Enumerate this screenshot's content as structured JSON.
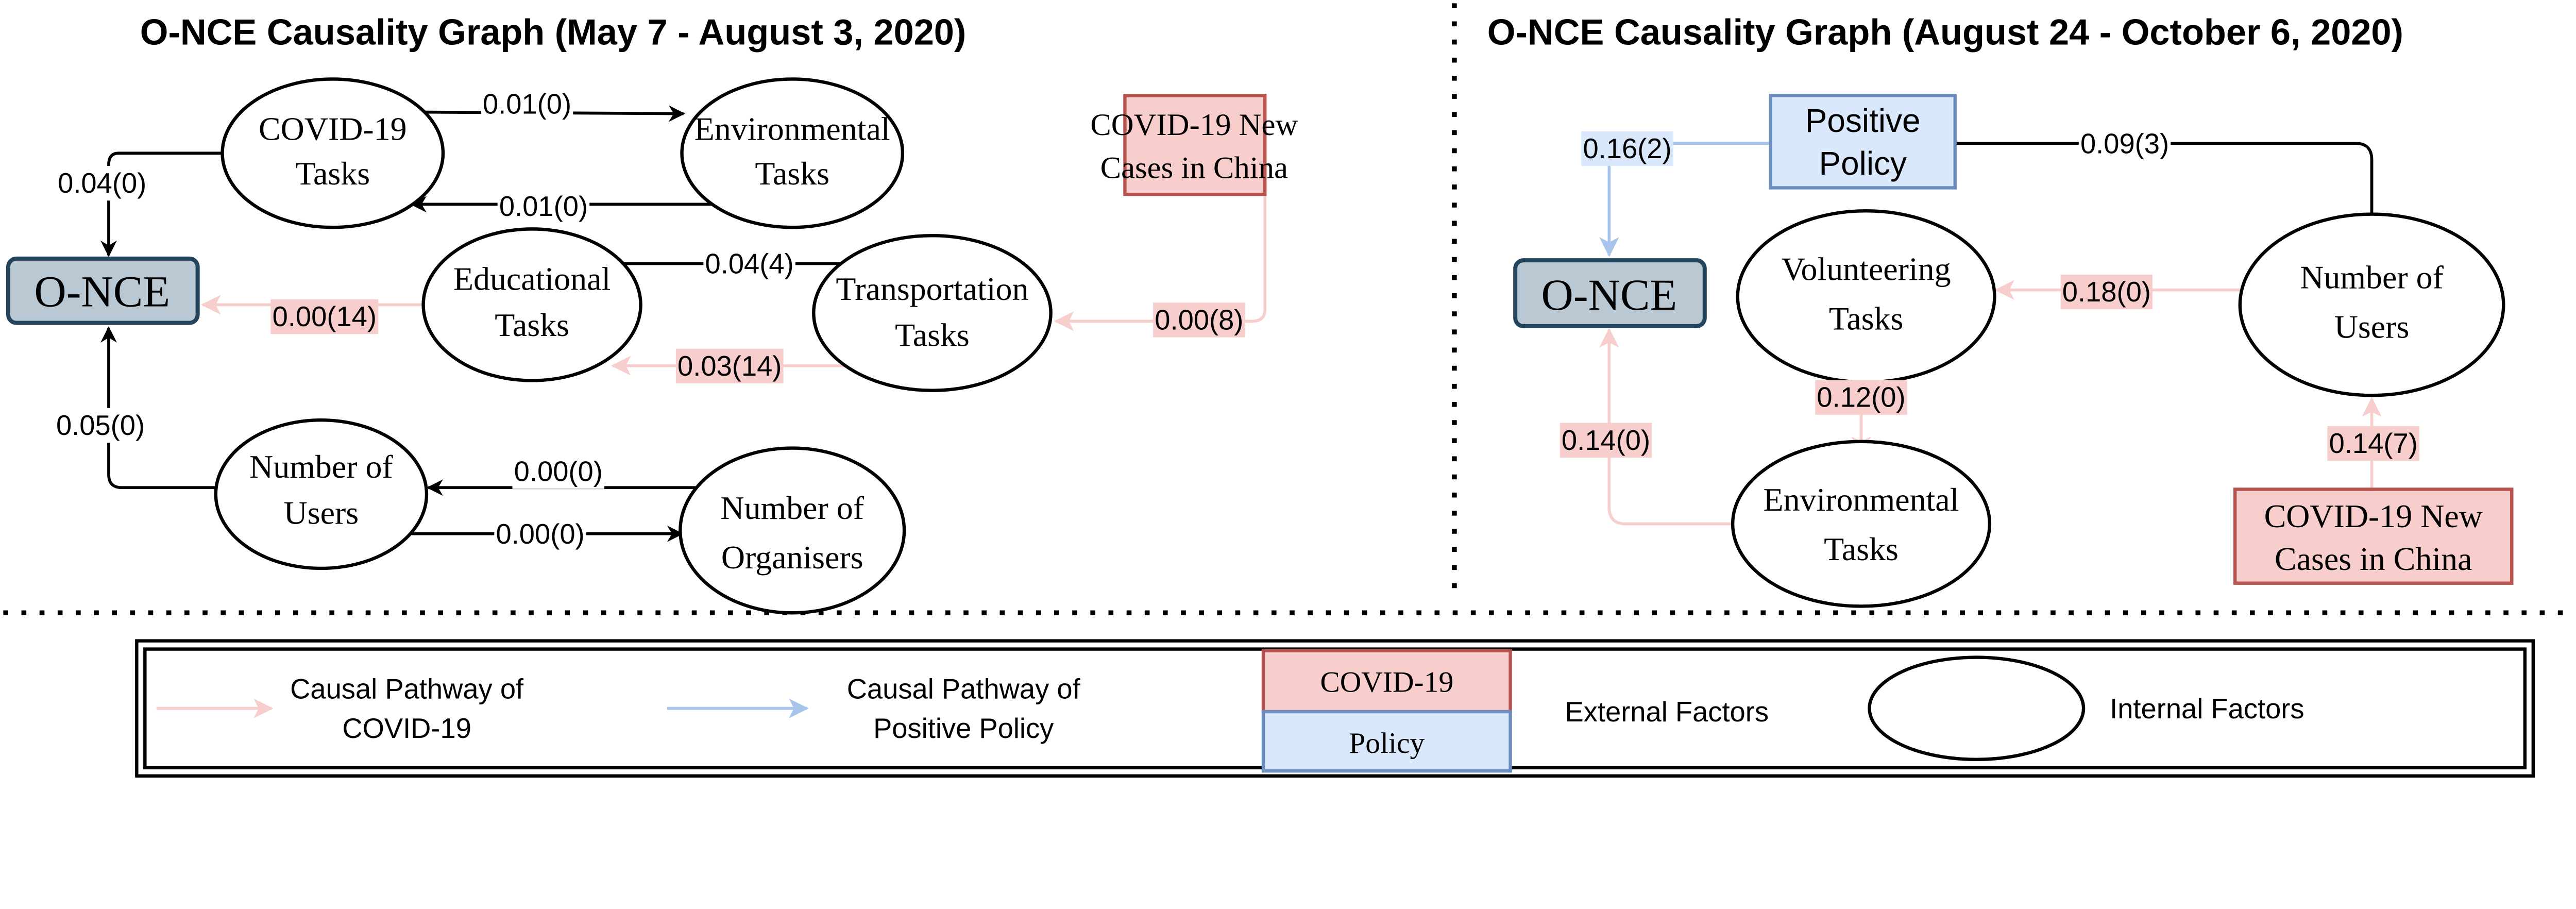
{
  "left": {
    "title": "O-NCE Causality Graph  (May 7 - August 3, 2020)",
    "nodes": {
      "once": "O-NCE",
      "covid_tasks": [
        "COVID-19",
        "Tasks"
      ],
      "env_tasks": [
        "Environmental",
        "Tasks"
      ],
      "new_cases": [
        "COVID-19 New",
        "Cases in China"
      ],
      "edu_tasks": [
        "Educational",
        "Tasks"
      ],
      "trans_tasks": [
        "Transportation",
        "Tasks"
      ],
      "users": [
        "Number of",
        "Users"
      ],
      "organisers": [
        "Number of",
        "Organisers"
      ]
    },
    "edges": {
      "covid_to_env": "0.01(0)",
      "env_to_covid": "0.01(0)",
      "covid_to_once": "0.04(0)",
      "edu_to_trans": "0.04(4)",
      "trans_to_edu": "0.03(14)",
      "edu_to_once": "0.00(14)",
      "cases_to_trans": "0.00(8)",
      "users_to_once": "0.05(0)",
      "org_to_users": "0.00(0)",
      "users_to_org": "0.00(0)"
    }
  },
  "right": {
    "title": "O-NCE Causality Graph  (August 24 - October 6, 2020)",
    "nodes": {
      "once": "O-NCE",
      "policy": [
        "Positive",
        "Policy"
      ],
      "vol_tasks": [
        "Volunteering",
        "Tasks"
      ],
      "users": [
        "Number of",
        "Users"
      ],
      "env_tasks": [
        "Environmental",
        "Tasks"
      ],
      "new_cases": [
        "COVID-19 New",
        "Cases in China"
      ]
    },
    "edges": {
      "policy_to_once": "0.16(2)",
      "policy_to_users": "0.09(3)",
      "users_to_vol": "0.18(0)",
      "vol_to_env": "0.12(0)",
      "env_to_once": "0.14(0)",
      "cases_to_users": "0.14(7)"
    }
  },
  "legend": {
    "covid_path": [
      "Causal Pathway of",
      "COVID-19"
    ],
    "policy_path": [
      "Causal Pathway of",
      "Positive Policy"
    ],
    "external_covid": "COVID-19",
    "external_policy": "Policy",
    "external_label": "External Factors",
    "internal_label": "Internal Factors"
  },
  "colors": {
    "covid_fill": "#f8cecc",
    "covid_stroke": "#b85450",
    "policy_fill": "#dae8fc",
    "policy_stroke": "#6c8ebf",
    "once_fill": "#bac8d3",
    "once_stroke": "#23445d"
  }
}
